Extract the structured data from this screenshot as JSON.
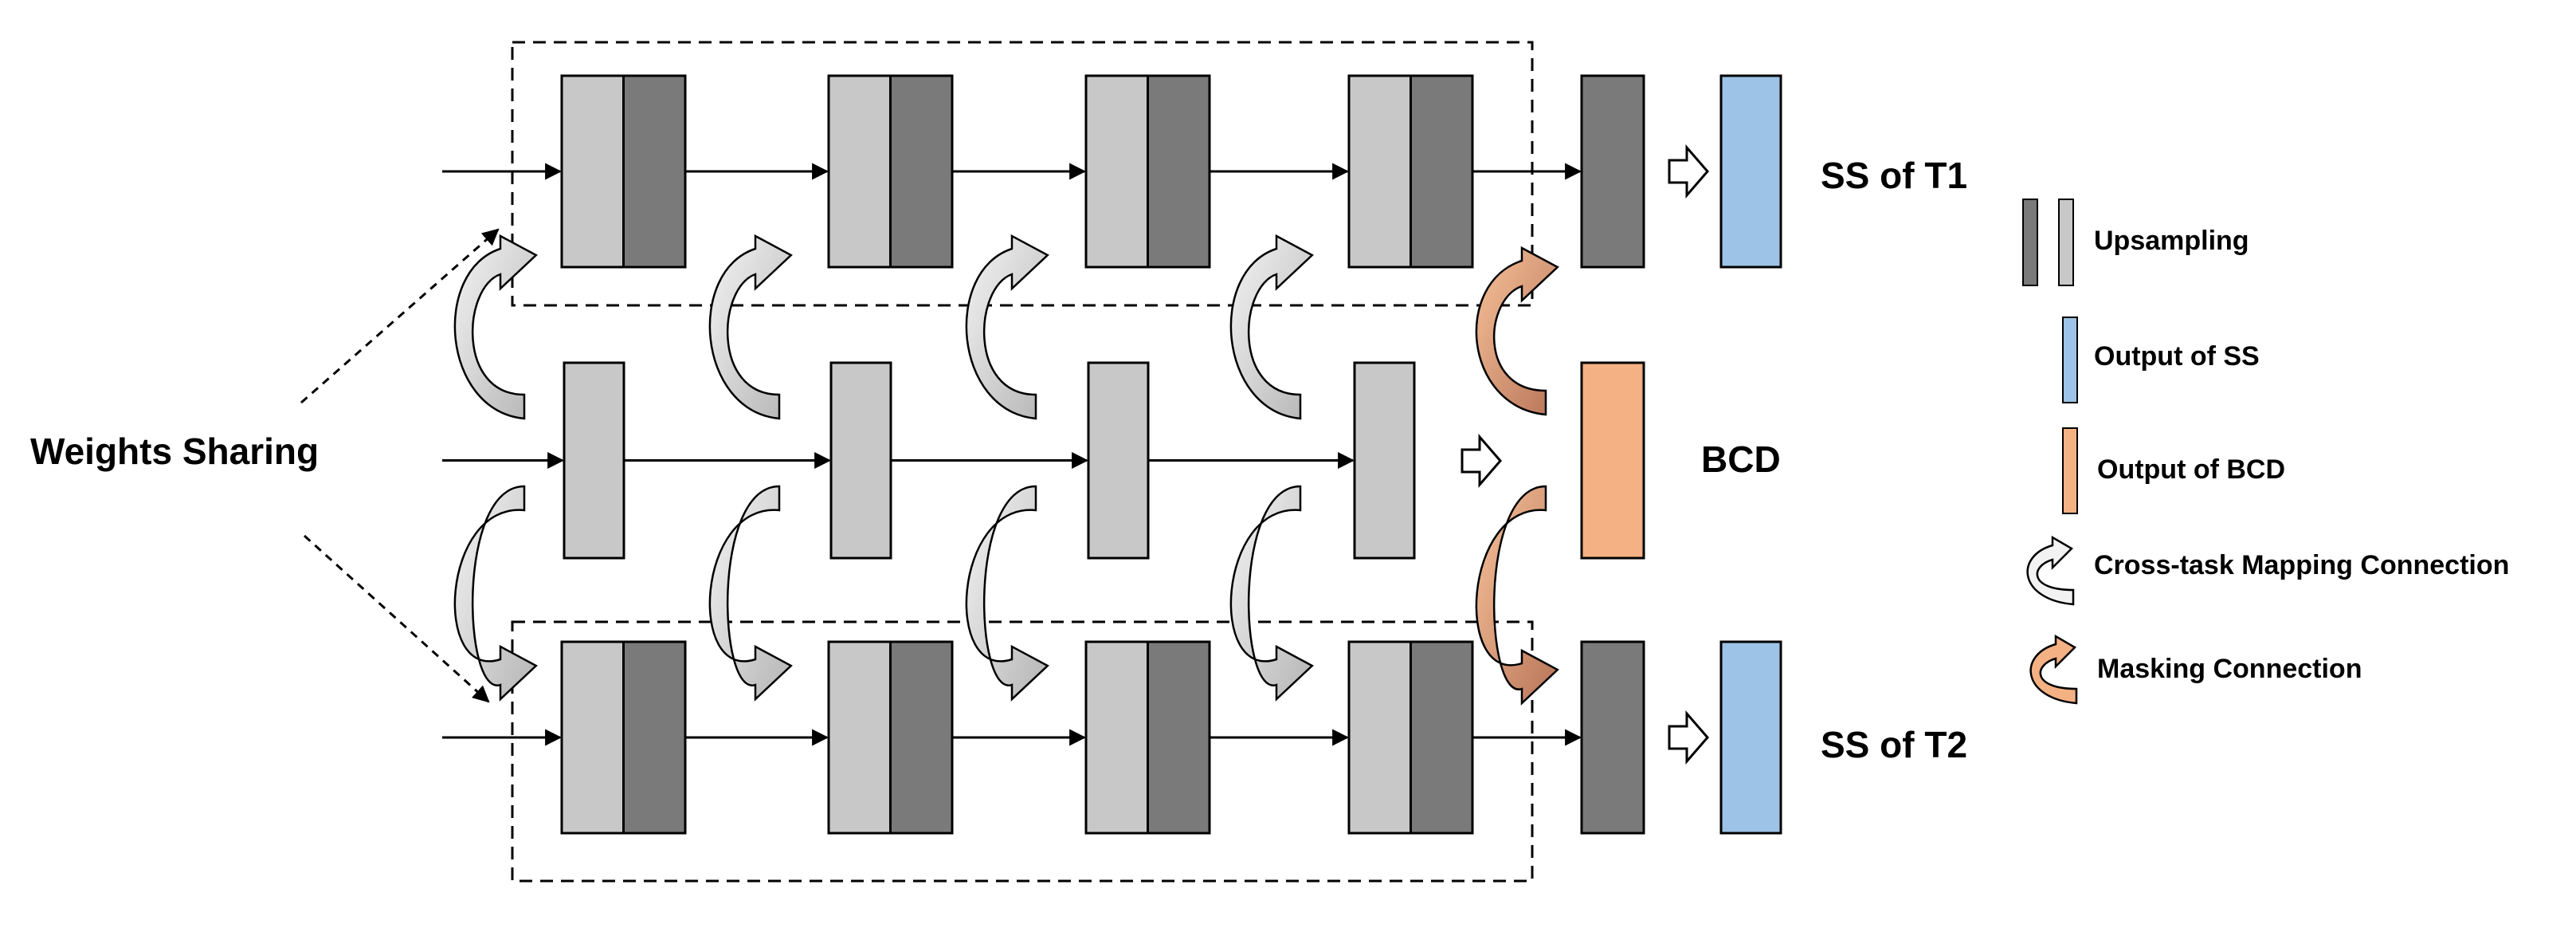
{
  "labels": {
    "weights_sharing": "Weights Sharing",
    "ss_t1": "SS of T1",
    "bcd": "BCD",
    "ss_t2": "SS of T2"
  },
  "legend": {
    "upsampling": "Upsampling",
    "output_ss": "Output of SS",
    "output_bcd": "Output of BCD",
    "cross_task": "Cross-task Mapping  Connection",
    "masking": "Masking  Connection"
  },
  "colors": {
    "light_block": "#c8c8c8",
    "dark_block": "#7a7a7a",
    "ss_output": "#9dc3e6",
    "bcd_output": "#f4b183",
    "mask_fill": "#c8876a",
    "cross_fill": "#d9d9d9"
  }
}
